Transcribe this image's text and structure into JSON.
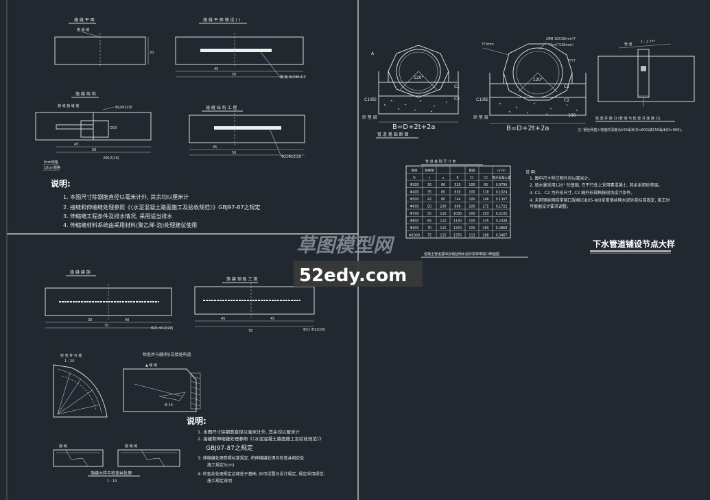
{
  "sheet": {
    "title": "下水管道铺设节点大样",
    "watermark_cn": "草图模型网",
    "watermark_url": "52edy.com"
  },
  "joints": {
    "top_left_label": "施 缝 平 面",
    "top_right_label": "施 缝 平 面 铺 设 ( )",
    "mid_left_label": "施 缝 结 构",
    "mid_right_label": "施 缝 结 构 工 程",
    "rebar_a": "Φ(2Φ12)0",
    "rebar_b": "钢 板 Φ(2Φ12)0",
    "rebar_c": "Φ21Φ12)20",
    "rebar_d": "Φ21Φ12)20",
    "rebar_e": "2Φ12(20)",
    "rebar_f": "Φ(2Φ12)0",
    "dims": [
      "45",
      "50",
      "45",
      "50",
      "45",
      "50",
      "30",
      "70"
    ],
    "notes_heading": "说明:",
    "notes": [
      "1.   本图尺寸除钢筋直径以毫米计外, 其余均以厘米计",
      "2.   接缝和伸缩缝处理参照《〈水泥混凝土路面施工及验收规范〉》GBJ97-87之规定",
      "3.   伸缩缝工程条件及排水情况, 采用适当排水",
      "4.   伸缩缝材料系统由采用材料(聚乙烯-泡)处理建议使用"
    ],
    "bottom_left_label": "施 缝 缝 施",
    "bottom_right_label": "施 缝 钢 板 工 施",
    "bottom_rebar_left": "Φ21 Φ12(20)",
    "bottom_rebar_right": "Φ21 Φ12(20)",
    "bottom_dims": [
      "30",
      "40",
      "70",
      "45",
      "45",
      "70"
    ],
    "corner_label": "1 : 20",
    "corner_sub_label": "检查井与缝(构)交接处构造",
    "lower_notes": [
      "1.   本图尺寸除钢筋直径以毫米计外, 其余均以厘米计",
      "2.   接缝和伸缩缝处理参照《〈水泥混凝土路面施工及验收规范〉》",
      "GBJ97-87之规定",
      "3:  伸缩缝处理参照标准规定, 将伸缩缝处理与检查井相应处",
      "施工规定5cm)",
      "4:  检查井处理规定边缘处于基础, 应可设置与设计规定, 规定采用规范;",
      "施工规定说明"
    ],
    "small_detail_label": "施缝大样与检查井处理",
    "small_detail_scale": "1 : 10"
  },
  "pipes": {
    "left_section_label": "管 道 基 础 断 面",
    "angle": "120°",
    "c10": "C10砼",
    "sand": "砂 垫 层",
    "c1": "C1",
    "c2": "C2",
    "h100": "100",
    "formula": "B=D+2t+2a",
    "right_top_note_1": "2Φ8  10X10mm??",
    "right_top_note_2": "??m(?110mm)",
    "right_top_note_3": "????",
    "far_right_label": "检 查 井 接 口 (管 道 与 检 查 井 连 接 口)",
    "far_right_scale": "1 : 2.???",
    "far_right_note": "注: 钢丝网插入管座的深度为100毫米(D≤600)或150毫米(D>600)。",
    "table_caption": "管 道 基 础 尺 寸 表",
    "table_headers": [
      "D",
      "t",
      "a",
      "B",
      "C1",
      "C2",
      "每米混凝土量"
    ],
    "table_header_groups": [
      "管径",
      "管壁厚",
      "",
      "",
      "管座",
      "",
      "m³/m"
    ],
    "table_rows": [
      [
        "Φ300",
        "30",
        "80",
        "520",
        "100",
        "90",
        "0.0796"
      ],
      [
        "Φ400",
        "35",
        "80",
        "630",
        "100",
        "118",
        "0.1024"
      ],
      [
        "Φ500",
        "42",
        "80",
        "744",
        "100",
        "146",
        "0.1307"
      ],
      [
        "Φ600",
        "50",
        "100",
        "900",
        "100",
        "175",
        "0.1722"
      ],
      [
        "Φ700",
        "55",
        "110",
        "1030",
        "100",
        "203",
        "0.2102"
      ],
      [
        "Φ800",
        "65",
        "110",
        "1130",
        "100",
        "235",
        "0.2438"
      ],
      [
        "Φ900",
        "70",
        "115",
        "1250",
        "100",
        "260",
        "0.2868"
      ],
      [
        "Φ1000",
        "75",
        "115",
        "1376",
        "113",
        "288",
        "0.3467"
      ]
    ],
    "table_footer": "混凝土管道基础及钢丝网水泥砂浆抹带接口断面图",
    "notes_heading": "说  明:",
    "notes": [
      "1.  图中尺寸除注明外均以毫米计。",
      "2.  填水量采用120° 砼基础, 在平行处上采用素混凝土, 其余采用砂垫层。",
      "3.  C1、C2 为外形尺寸, C2 随外形规格按现场设计条件。",
      "4.  未用钢丝网抹带接口规格(GB05-88)采用钢丝网水泥砂浆标准规定, 施工时",
      "     可根据设计要求调整。"
    ]
  },
  "colors": {
    "background": "#212830",
    "line": "#dcdcdc",
    "accent": "#ffffff"
  }
}
